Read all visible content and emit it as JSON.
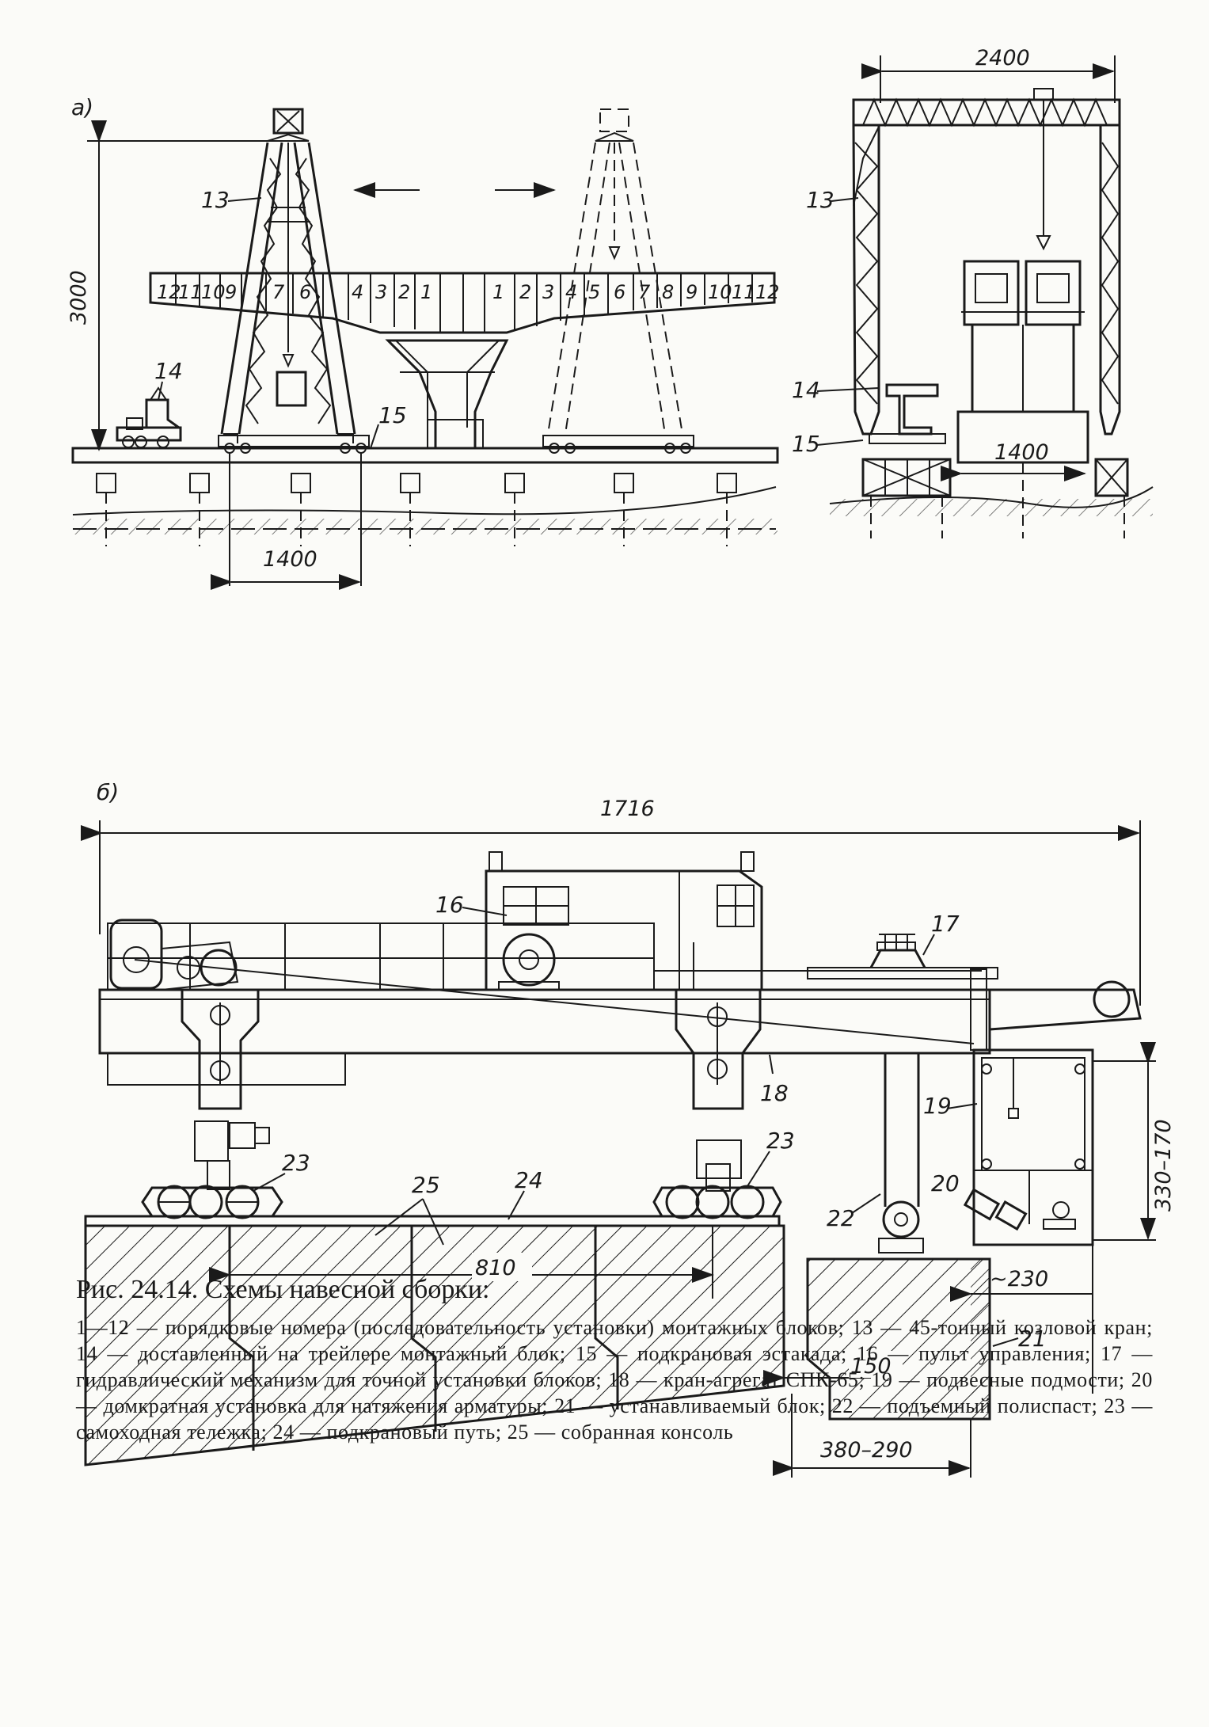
{
  "panel_a": {
    "marker": "а)",
    "labels": {
      "crane": "13",
      "trailer_block": "14",
      "trestle": "15"
    },
    "dims": {
      "height": "3000",
      "span_left": "1400",
      "span_top": "2400",
      "span_right": "1400"
    },
    "segments_left": [
      "12",
      "11",
      "10",
      "9",
      "",
      "7",
      "6",
      "",
      "4",
      "3",
      "2",
      "1"
    ],
    "segments_right": [
      "1",
      "2",
      "3",
      "4",
      "5",
      "6",
      "7",
      "8",
      "9",
      "10",
      "11",
      "12"
    ],
    "side_labels": {
      "crane": "13",
      "block": "14",
      "trestle": "15"
    }
  },
  "panel_b": {
    "marker": "б)",
    "dims": {
      "total": "1716",
      "hanger": "330–170",
      "span": "810",
      "gap": "~230",
      "offset": "150",
      "bottom": "380–290"
    },
    "labels": {
      "control": "16",
      "hydraulic": "17",
      "crane_unit": "18",
      "scaffold": "19",
      "jack": "20",
      "block": "21",
      "hoist": "22",
      "trolley_left": "23",
      "trolley_right": "23",
      "track": "24",
      "console": "25"
    }
  },
  "caption": {
    "title": "Рис. 24.14. Схемы навесной сборки:",
    "legend": "1—12 — порядковые номера (последовательность установки) монтажных блоков; 13 — 45-тонный козловой кран; 14 — доставленный на трейлере монтажный блок; 15 — подкрановая эстакада; 16 — пульт управления; 17 — гидравлический механизм для точной установки блоков; 18 — кран-агрегат СПК-65; 19 — подвесные подмости; 20 — домкратная установка для натяжения арматуры; 21 — устанавливаемый блок; 22 — подъемный полиспаст; 23 — самоходная тележка; 24 — подкрановый путь; 25 — собранная консоль"
  }
}
